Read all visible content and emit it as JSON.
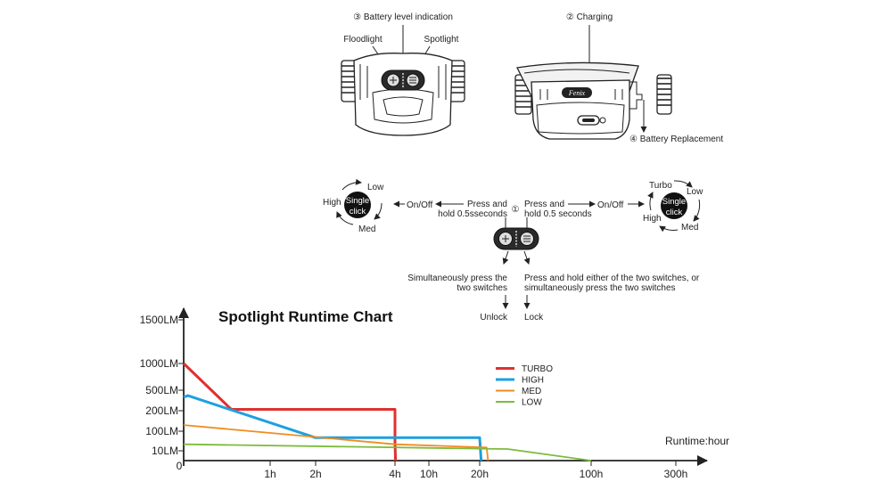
{
  "diagram": {
    "callouts": {
      "battery_level": "③ Battery level indication",
      "floodlight": "Floodlight",
      "spotlight": "Spotlight",
      "charging": "② Charging",
      "battery_replacement": "④ Battery Replacement",
      "brand_logo": "Fenix"
    },
    "left_cycle": {
      "center": [
        "Single",
        "click"
      ],
      "low": "Low",
      "high": "High",
      "med": "Med",
      "onoff": "On/Off",
      "press_line1": "Press and",
      "press_line2": "hold 0.5sseconds"
    },
    "right_cycle": {
      "center": [
        "Single",
        "click"
      ],
      "turbo": "Turbo",
      "low": "Low",
      "high": "High",
      "med": "Med",
      "onoff": "On/Off",
      "press_line1": "Press and",
      "press_line2": "hold 0.5 seconds"
    },
    "step_marker": "①",
    "lock_section": {
      "unlock_line1": "Simultaneously press the",
      "unlock_line2": "two switches",
      "unlock": "Unlock",
      "lock_line1": "Press and hold either of the two switches, or",
      "lock_line2": "simultaneously press the two switches",
      "lock": "Lock"
    }
  },
  "chart_data": {
    "type": "line",
    "title": "Spotlight Runtime Chart",
    "xlabel": "Runtime:hour",
    "ylabel": "",
    "x_ticks": [
      "0",
      "1h",
      "2h",
      "4h",
      "10h",
      "20h",
      "100h",
      "300h"
    ],
    "y_ticks": [
      "10LM",
      "100LM",
      "200LM",
      "500LM",
      "1000LM",
      "1500LM"
    ],
    "x_scale": "non-linear",
    "y_scale": "non-linear",
    "legend_position": "right",
    "series": [
      {
        "name": "TURBO",
        "color": "#e03030",
        "points": [
          [
            "0",
            1000
          ],
          [
            "0.55h",
            220
          ],
          [
            "4h",
            220
          ],
          [
            "4h",
            50
          ],
          [
            "4.1h",
            0
          ]
        ]
      },
      {
        "name": "HIGH",
        "color": "#1ea0e0",
        "points": [
          [
            "0",
            400
          ],
          [
            "0.05h",
            420
          ],
          [
            "2h",
            70
          ],
          [
            "20h",
            70
          ],
          [
            "21h",
            0
          ]
        ]
      },
      {
        "name": "MED",
        "color": "#f08c1e",
        "points": [
          [
            "0",
            130
          ],
          [
            "4h",
            40
          ],
          [
            "25h",
            25
          ],
          [
            "26h",
            0
          ]
        ]
      },
      {
        "name": "LOW",
        "color": "#7cbc3c",
        "points": [
          [
            "0",
            40
          ],
          [
            "20h",
            20
          ],
          [
            "40h",
            18
          ],
          [
            "100h",
            0
          ]
        ]
      }
    ]
  }
}
